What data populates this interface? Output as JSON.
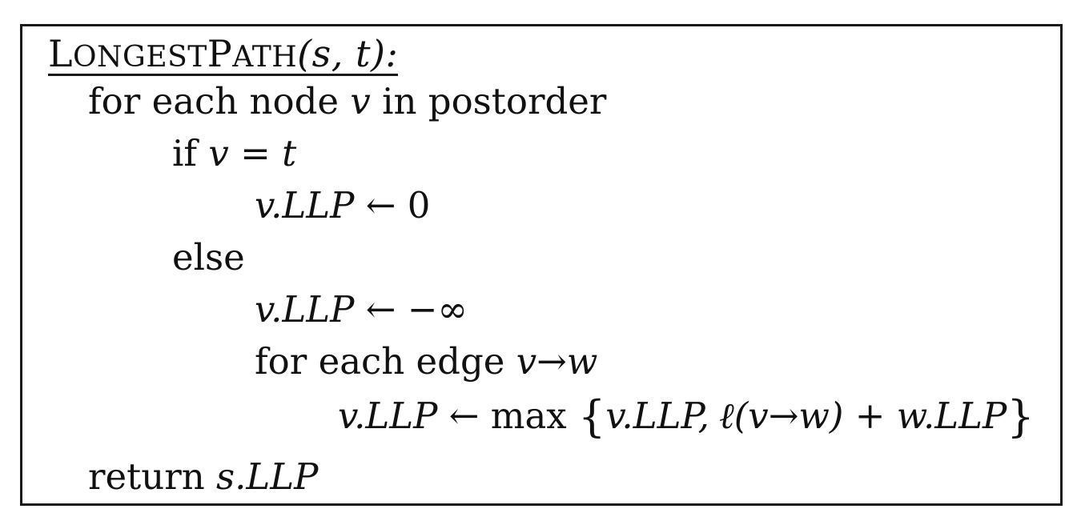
{
  "algorithm": {
    "name_L": "L",
    "name_ongest": "ONGEST",
    "name_P": "P",
    "name_ath": "ATH",
    "params": "(s, t):",
    "lines": [
      {
        "kw": "for each node",
        "v": "v",
        "rest": "in postorder"
      },
      {
        "kw": "if",
        "expr": "v = t"
      },
      {
        "lhs": "v.LLP",
        "arrow": "←",
        "rhs": "0"
      },
      {
        "kw": "else"
      },
      {
        "lhs": "v.LLP",
        "arrow": "←",
        "rhs": "−∞"
      },
      {
        "kw": "for each edge",
        "expr": "v→w"
      },
      {
        "lhs": "v.LLP",
        "arrow": "←",
        "fn": "max",
        "open": "{",
        "a": "v.LLP,",
        "b": "ℓ(v→w) + w.LLP",
        "close": "}"
      },
      {
        "kw": "return",
        "expr": "s.LLP"
      }
    ]
  }
}
